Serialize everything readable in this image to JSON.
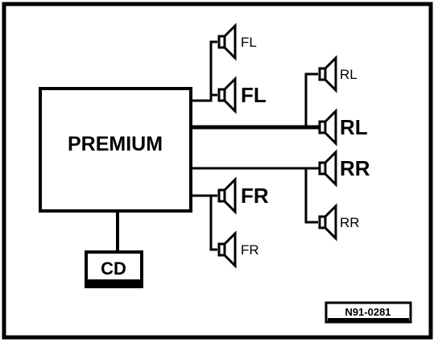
{
  "diagram": {
    "head_unit_label": "PREMIUM",
    "cd_label": "CD",
    "reference_code": "N91-0281",
    "speakers": {
      "fl_tweeter": "FL",
      "fl_woofer": "FL",
      "rl_tweeter": "RL",
      "rl_woofer": "RL",
      "rr_woofer": "RR",
      "rr_tweeter": "RR",
      "fr_woofer": "FR",
      "fr_tweeter": "FR"
    }
  }
}
